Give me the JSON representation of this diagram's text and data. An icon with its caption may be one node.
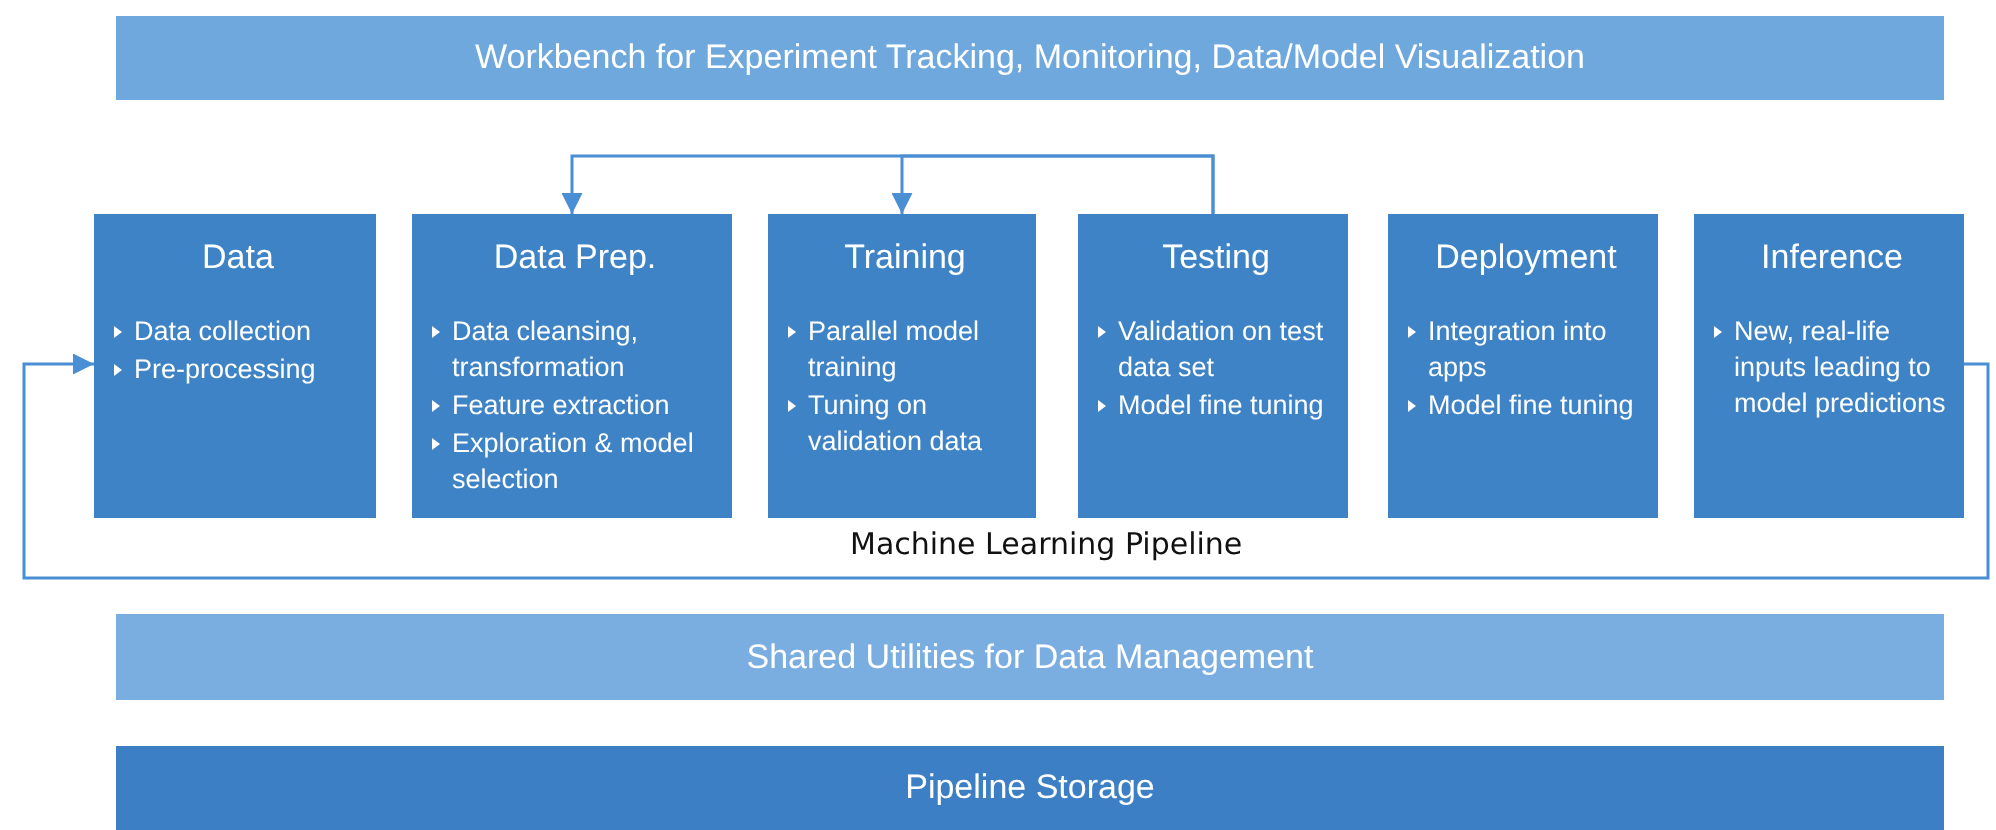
{
  "diagram": {
    "nodes": [
      {
        "text": [
          "Workbench for Experiment Tracking, Monitoring, Data/Model Visualization"
        ]
      },
      {
        "text": [
          "Data",
          "Data collection",
          "Pre-processing"
        ]
      },
      {
        "text": [
          "Data Prep.",
          "Data cleansing, transformation",
          "Feature extraction",
          "Exploration & model selection"
        ]
      },
      {
        "text": [
          "Training",
          "Parallel model training",
          "Tuning on validation data"
        ]
      },
      {
        "text": [
          "Testing",
          "Validation on test data set",
          "Model fine tuning"
        ]
      },
      {
        "text": [
          "Deployment",
          "Integration into apps",
          "Model fine tuning"
        ]
      },
      {
        "text": [
          "Inference",
          "New, real-life inputs leading to model predictions"
        ]
      },
      {
        "text": [
          "Shared Utilities for Data Management"
        ]
      },
      {
        "text": [
          "Pipeline Storage"
        ]
      }
    ],
    "edges": [
      {
        "from": 4,
        "to": 2,
        "arrow": "to"
      },
      {
        "from": 4,
        "to": 3,
        "arrow": "to"
      },
      {
        "from": 6,
        "to": 1,
        "arrow": "to"
      }
    ],
    "labels": [
      "Machine Learning Pipeline"
    ]
  }
}
